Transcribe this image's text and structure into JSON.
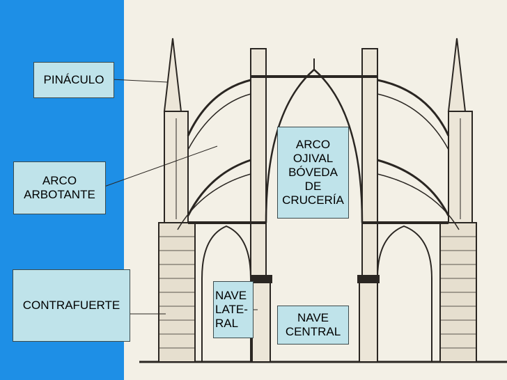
{
  "labels": {
    "pinaculo": "PINÁCULO",
    "arbotante": "ARCO\nARBOTANTE",
    "contrafuerte": "CONTRAFUERTE",
    "ojival": "ARCO\nOJIVAL\nBÓVEDA\nDE\nCRUCERÍA",
    "lateral": "NAVE\nLATE-\n RAL",
    "central": "NAVE\nCENTRAL"
  },
  "colors": {
    "left_band": "#1e8fe6",
    "label_fill": "#bfe3ea",
    "drawing_ink": "#2a2622",
    "paper": "#f3f0e6"
  }
}
